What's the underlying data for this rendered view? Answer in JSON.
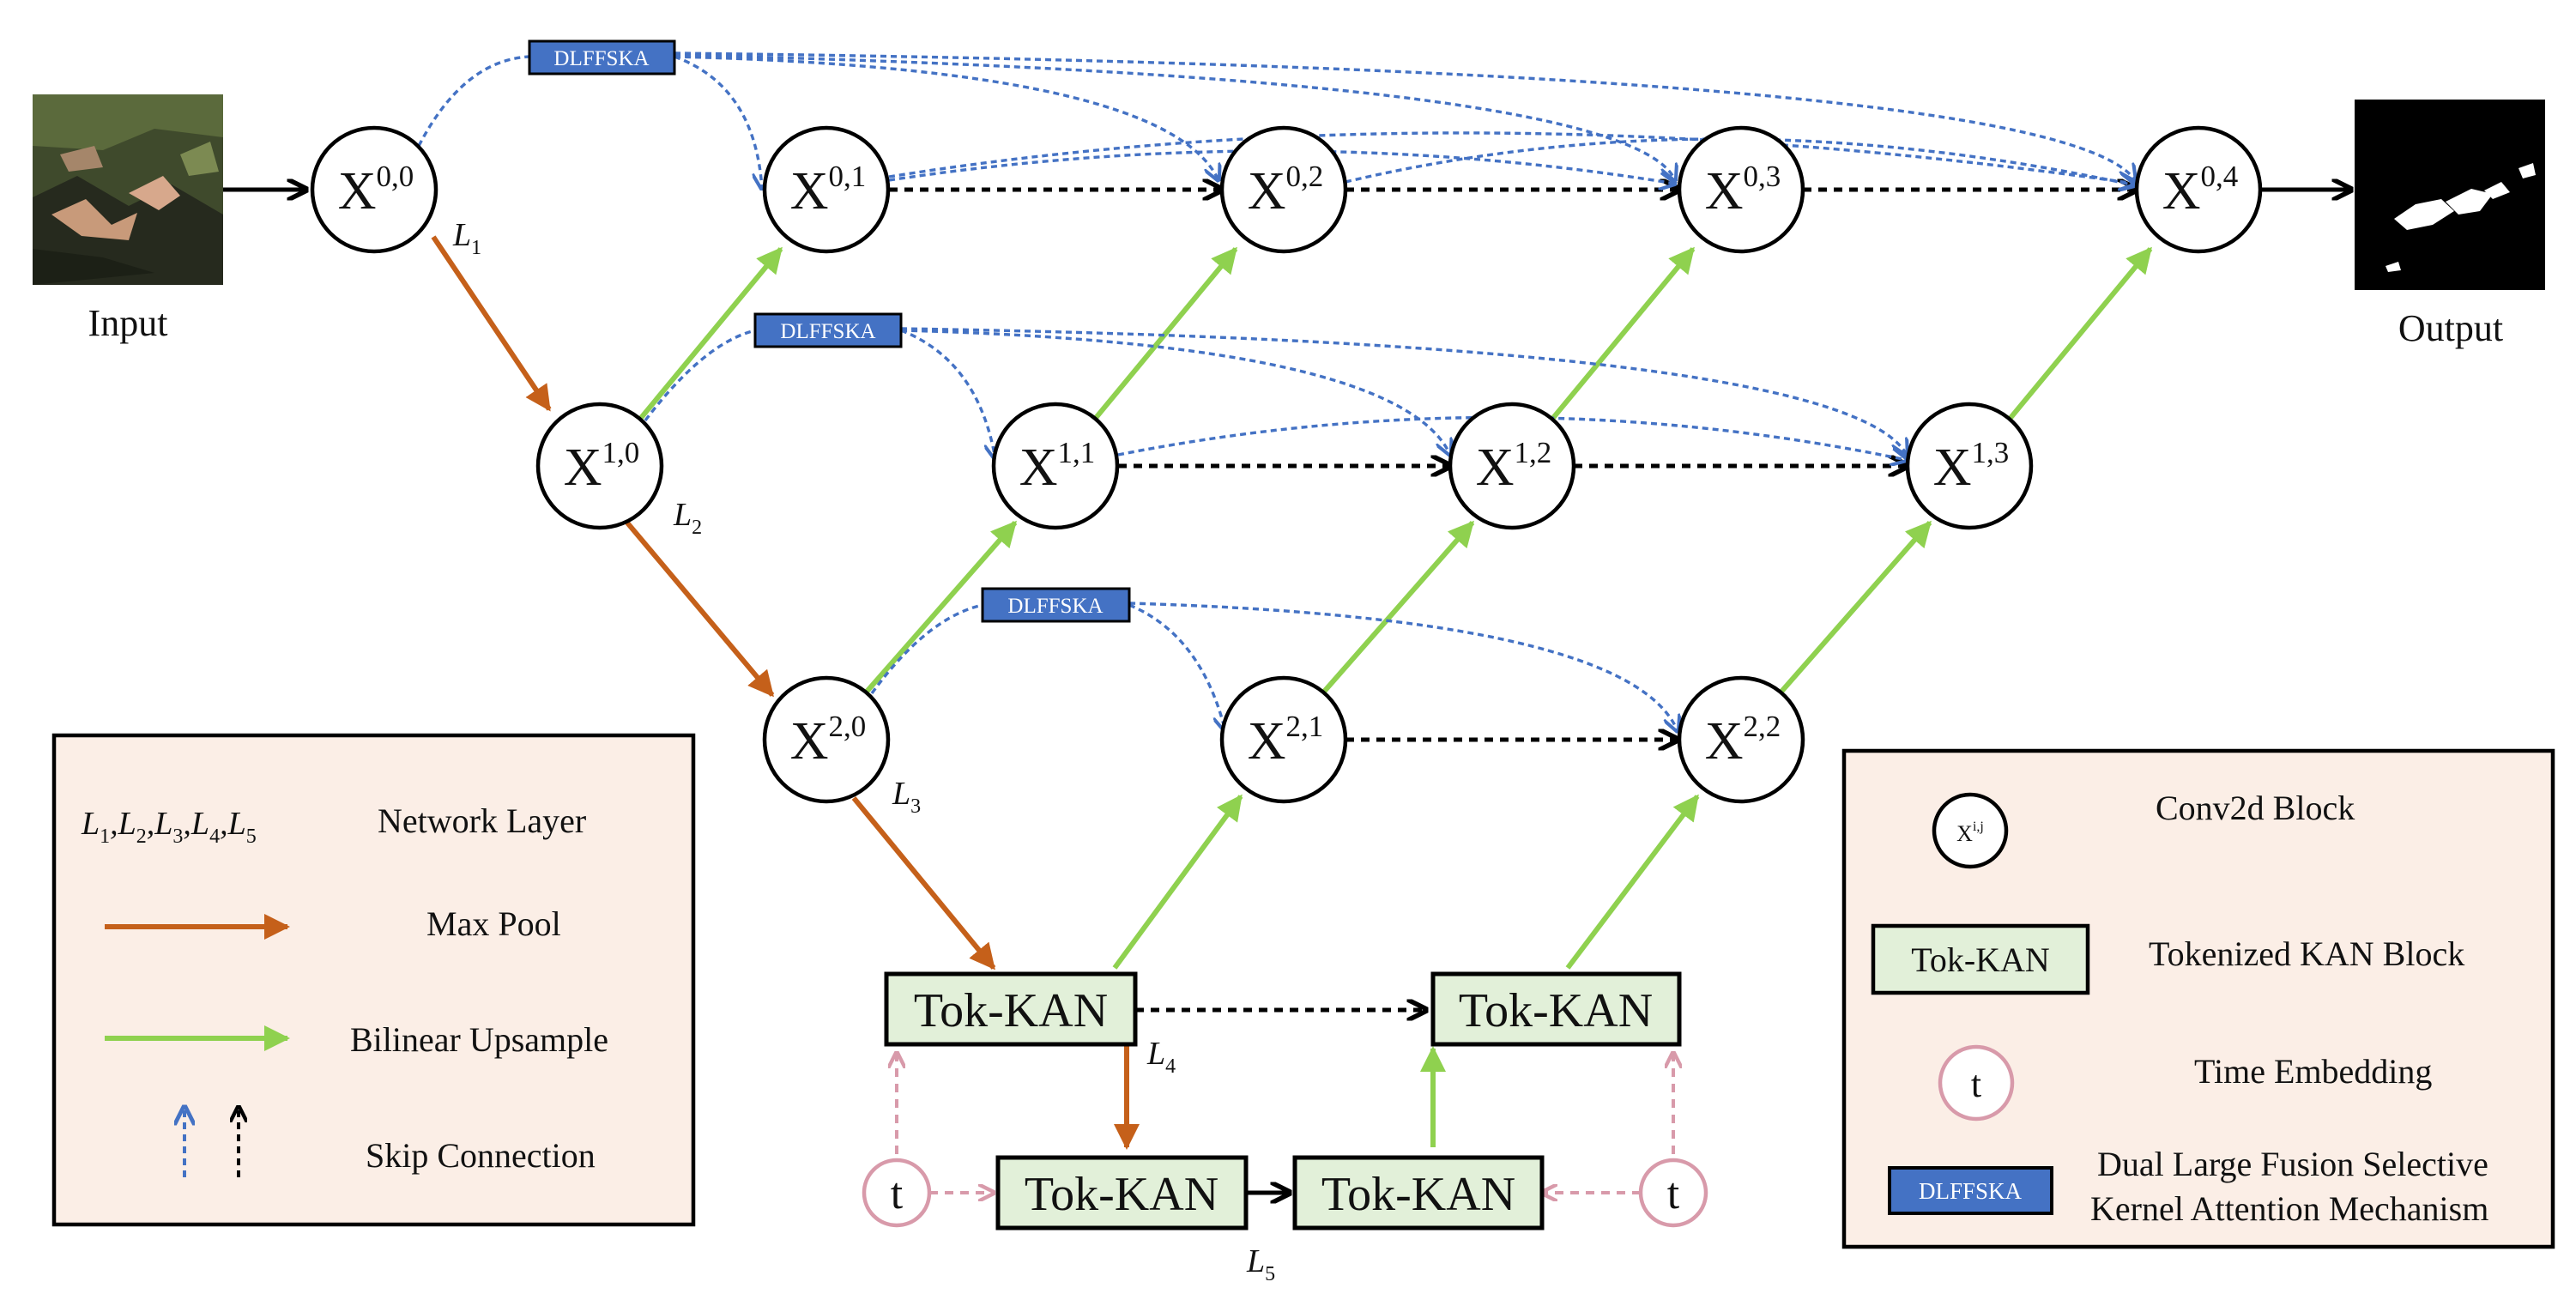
{
  "captions": {
    "input": "Input",
    "output": "Output"
  },
  "nodes": [
    {
      "id": "x00",
      "base": "X",
      "sup": "0,0"
    },
    {
      "id": "x01",
      "base": "X",
      "sup": "0,1"
    },
    {
      "id": "x02",
      "base": "X",
      "sup": "0,2"
    },
    {
      "id": "x03",
      "base": "X",
      "sup": "0,3"
    },
    {
      "id": "x04",
      "base": "X",
      "sup": "0,4"
    },
    {
      "id": "x10",
      "base": "X",
      "sup": "1,0"
    },
    {
      "id": "x11",
      "base": "X",
      "sup": "1,1"
    },
    {
      "id": "x12",
      "base": "X",
      "sup": "1,2"
    },
    {
      "id": "x13",
      "base": "X",
      "sup": "1,3"
    },
    {
      "id": "x20",
      "base": "X",
      "sup": "2,0"
    },
    {
      "id": "x21",
      "base": "X",
      "sup": "2,1"
    },
    {
      "id": "x22",
      "base": "X",
      "sup": "2,2"
    }
  ],
  "tok_blocks": [
    {
      "id": "tok-enc",
      "label": "Tok-KAN"
    },
    {
      "id": "tok-dec",
      "label": "Tok-KAN"
    },
    {
      "id": "tok-bot-left",
      "label": "Tok-KAN"
    },
    {
      "id": "tok-bot-right",
      "label": "Tok-KAN"
    }
  ],
  "attention_blocks": [
    {
      "id": "dl-row0",
      "label": "DLFFSKA"
    },
    {
      "id": "dl-row1",
      "label": "DLFFSKA"
    },
    {
      "id": "dl-row2",
      "label": "DLFFSKA"
    }
  ],
  "time_nodes": [
    {
      "id": "t-left",
      "label": "t"
    },
    {
      "id": "t-right",
      "label": "t"
    }
  ],
  "layer_labels": [
    {
      "id": "L1",
      "base": "L",
      "sub": "1"
    },
    {
      "id": "L2",
      "base": "L",
      "sub": "2"
    },
    {
      "id": "L3",
      "base": "L",
      "sub": "3"
    },
    {
      "id": "L4",
      "base": "L",
      "sub": "4"
    },
    {
      "id": "L5",
      "base": "L",
      "sub": "5"
    }
  ],
  "legend_left": {
    "layers_base": "L",
    "layers_subs": [
      "1",
      "2",
      "3",
      "4",
      "5"
    ],
    "layers_sep": ",",
    "network_layer": "Network Layer",
    "max_pool": "Max Pool",
    "bilinear_upsample": "Bilinear Upsample",
    "skip_connection": "Skip Connection"
  },
  "legend_right": {
    "conv_symbol_base": "X",
    "conv_symbol_sup": "i,j",
    "conv_block": "Conv2d Block",
    "tok_symbol": "Tok-KAN",
    "tok_block": "Tokenized KAN Block",
    "time_symbol": "t",
    "time_embedding": "Time Embedding",
    "dl_symbol": "DLFFSKA",
    "dl_line1": "Dual Large Fusion Selective",
    "dl_line2": "Kernel Attention Mechanism"
  },
  "colors": {
    "max_pool": "#c5601a",
    "upsample": "#8fd14f",
    "attention": "#4472c4",
    "tok_fill": "#e2f0d9",
    "legend_fill": "#fbeee6",
    "time": "#d89aaa"
  }
}
